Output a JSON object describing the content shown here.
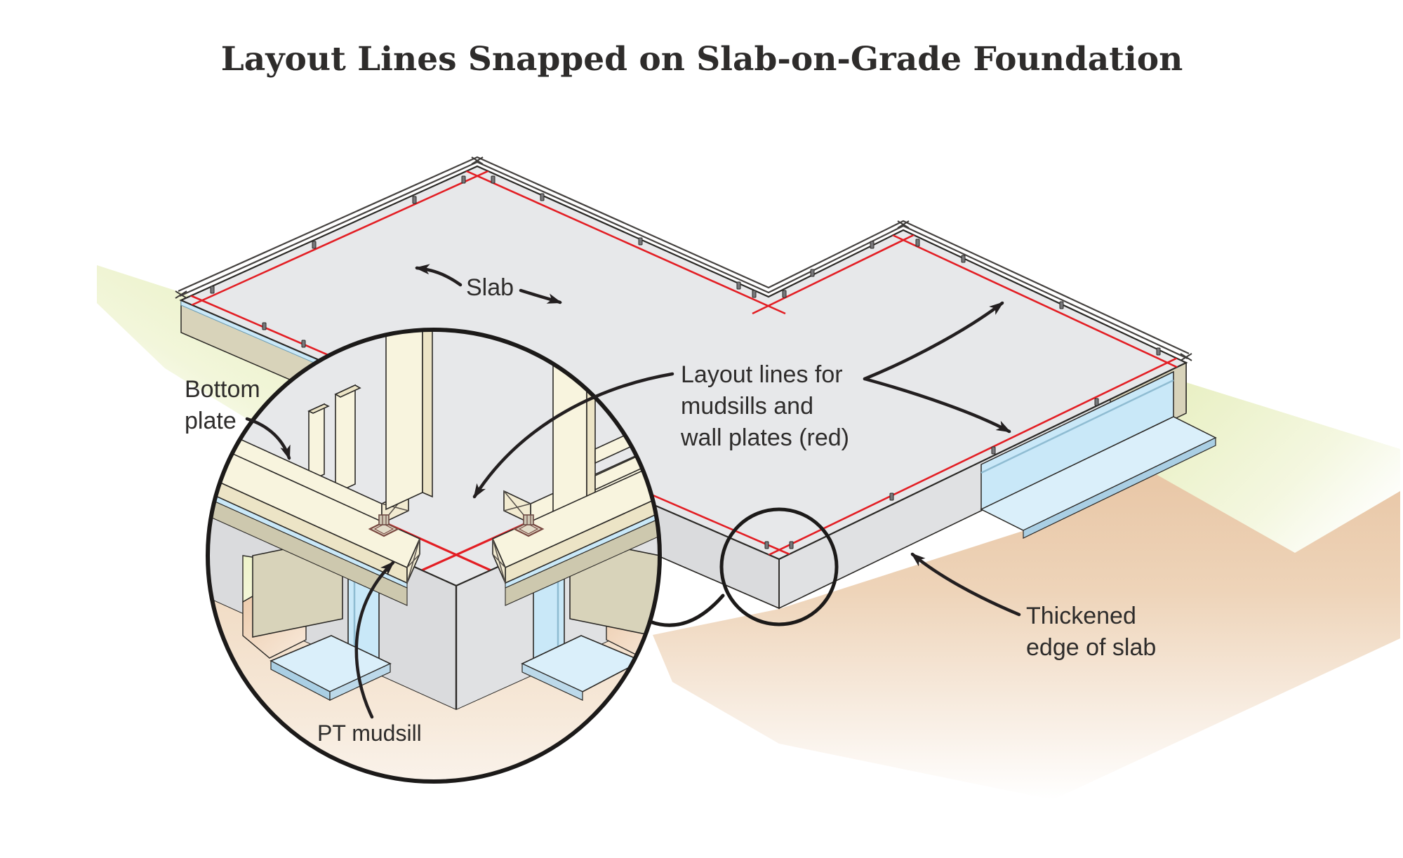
{
  "title": "Layout Lines Snapped on Slab-on-Grade Foundation",
  "labels": {
    "slab": "Slab",
    "bottom_plate": [
      "Bottom",
      "plate"
    ],
    "layout_lines": [
      "Layout lines for",
      "mudsills and",
      "wall plates (red)"
    ],
    "pt_mudsill": "PT mudsill",
    "thickened_edge": [
      "Thickened",
      "edge of slab"
    ]
  },
  "colors": {
    "layout_line_red": "#e31e24",
    "outline_dark": "#2b2926",
    "leader_dark": "#231f20",
    "text_dark": "#2e2c2b",
    "slab_top": "#e7e8ea",
    "slab_face": "#e0e1e3",
    "slab_face_dark": "#dadbdd",
    "form_khaki": "#d8d3ba",
    "form_khaki_dark": "#cdc8ae",
    "wood_cream": "#f8f4de",
    "wood_cream_shade": "#ece4c6",
    "wood_cream_end": "#f2ebd1",
    "foam_blue": "#c9e8f8",
    "foam_blue_light": "#daeffa",
    "foam_edge": "#7fa8bc",
    "earth_tan": "#e6c19e",
    "grass_green": "#e9f0c4",
    "bolt_gray": "#77777a",
    "washer_brown": "#7a4a42"
  },
  "icons": {
    "detail_circle": "magnifier-detail-circle",
    "arrows": "curved-leader-arrow"
  }
}
